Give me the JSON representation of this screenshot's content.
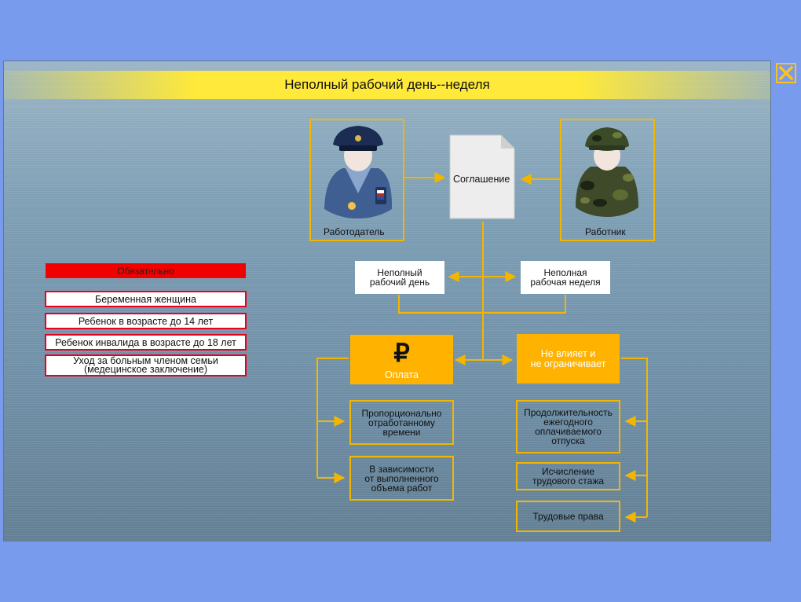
{
  "title": "Неполный рабочий день--неделя",
  "close_icon": "close-icon",
  "employer": {
    "label": "Работодатель",
    "icon": "uniformed-officer-icon"
  },
  "employee": {
    "label": "Работник",
    "icon": "camouflage-soldier-icon"
  },
  "agreement": {
    "label": "Соглашение",
    "icon": "document-icon"
  },
  "part_time_day": "Неполный\nрабочий день",
  "part_time_week": "Неполная\nрабочая неделя",
  "mandatory": {
    "header": "Обязательно",
    "items": [
      "Беременная женщина",
      "Ребенок в возрасте до 14 лет",
      "Ребенок инвалида в возрасте до 18 лет",
      "Уход за больным членом семьи\n(медецинское заключение)"
    ]
  },
  "payment": {
    "symbol": "₽",
    "label": "Оплата",
    "items": [
      "Пропорционально\nотработанному\nвремени",
      "В зависимости\nот выполненного\nобъема работ"
    ]
  },
  "no_effect": {
    "label": "Не влияет и\nне ограничивает",
    "items": [
      "Продолжительность\nежегодного\nоплачиваемого\nотпуска",
      "Исчисление\nтрудового стажа",
      "Трудовые права"
    ]
  },
  "colors": {
    "accent": "#ffb300",
    "connector": "#f2b600",
    "mandatory_red": "#f10000",
    "title_bar": "#ffe93a",
    "background": "#789bee"
  }
}
